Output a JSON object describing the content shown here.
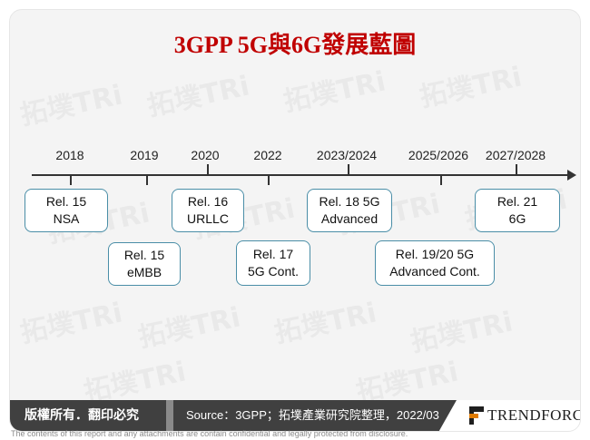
{
  "title": "3GPP 5G與6G發展藍圖",
  "watermark": {
    "text": "拓墣TRi"
  },
  "timeline": {
    "years": [
      "2018",
      "2019",
      "2020",
      "2022",
      "2023/2024",
      "2025/2026",
      "2027/2028"
    ],
    "releases": [
      {
        "line1": "Rel. 15",
        "line2": "NSA"
      },
      {
        "line1": "Rel. 15",
        "line2": "eMBB"
      },
      {
        "line1": "Rel. 16",
        "line2": "URLLC"
      },
      {
        "line1": "Rel. 17",
        "line2": "5G Cont."
      },
      {
        "line1": "Rel. 18 5G",
        "line2": "Advanced"
      },
      {
        "line1": "Rel. 19/20 5G",
        "line2": "Advanced Cont."
      },
      {
        "line1": "Rel. 21",
        "line2": "6G"
      }
    ]
  },
  "footer": {
    "copyright": "版權所有．翻印必究",
    "source": "Source：3GPP；拓墣產業研究院整理，2022/03",
    "brand": "TRENDFORCE"
  },
  "disclaimer": "The contents of this report and any attachments are contain confidential and legally protected from disclosure.",
  "colors": {
    "title": "#c00000",
    "box_border": "#4a8ea7",
    "footer_bg": "#404040",
    "brand_accent": "#e07b00"
  }
}
